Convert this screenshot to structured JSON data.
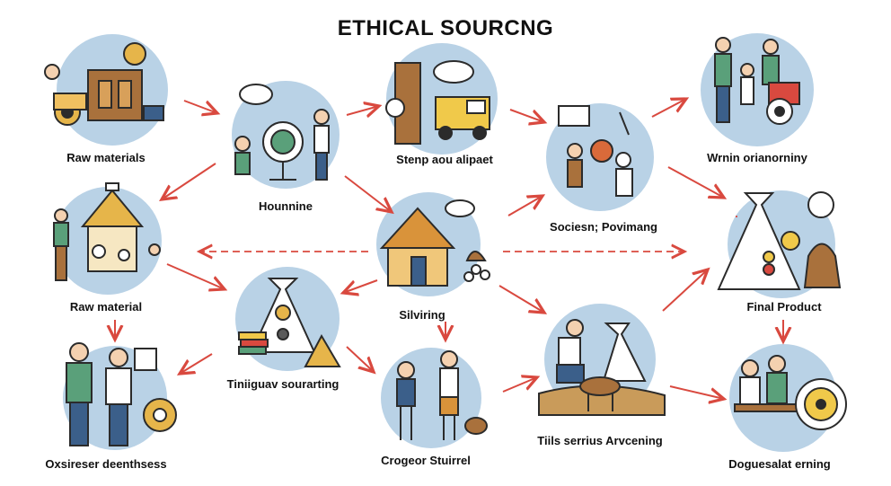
{
  "title": "ETHICAL SOURCNG",
  "nodes": {
    "raw_materials_top": "Raw materials",
    "hounnine": "Hounnine",
    "stenp": "Stenp aou alipaet",
    "sociesn": "Sociesn; Povimang",
    "wrnin": "Wrnin orianorniny",
    "raw_material_mid": "Raw material",
    "silviring": "Silviring",
    "final_product": "Final Product",
    "tiniigua": "Tiniiguav sourarting",
    "oxsireser": "Oxsireser deenthsess",
    "crogeor": "Crogeor Stuirrel",
    "tiils": "Tiils serrius Arvcening",
    "doguesalat": "Doguesalat erning"
  },
  "colors": {
    "arrow": "#d9493f",
    "circle": "#b9d2e6",
    "ink": "#2b2b2b"
  }
}
